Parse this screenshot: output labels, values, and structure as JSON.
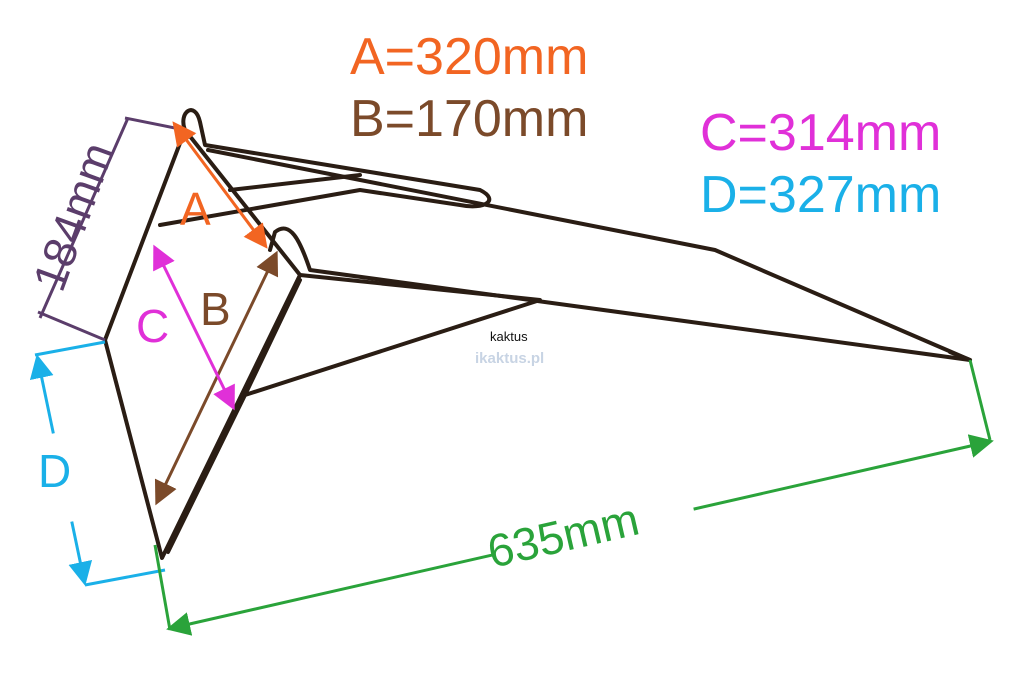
{
  "dimensions": {
    "a": {
      "text": "A=320mm",
      "label": "A",
      "color": "#f26522"
    },
    "b": {
      "text": "B=170mm",
      "label": "B",
      "color": "#7b4a2a"
    },
    "c": {
      "text": "C=314mm",
      "label": "C",
      "color": "#e030d8"
    },
    "d": {
      "text": "D=327mm",
      "label": "D",
      "color": "#1ab0e8"
    },
    "height": {
      "text": "184mm",
      "color": "#5b3d6b"
    },
    "length": {
      "text": "635mm",
      "color": "#2aa33a"
    }
  },
  "watermark": {
    "brand": "kaktus",
    "site": "ikaktus.pl"
  }
}
